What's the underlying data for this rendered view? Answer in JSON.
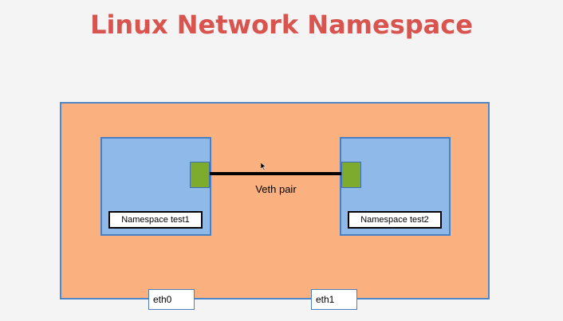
{
  "title": "Linux Network Namespace",
  "namespaces": [
    {
      "label": "Namespace test1"
    },
    {
      "label": "Namespace test2"
    }
  ],
  "link": {
    "label": "Veth pair"
  },
  "interfaces": [
    {
      "label": "eth0"
    },
    {
      "label": "eth1"
    }
  ],
  "colors": {
    "title": "#d9534f",
    "host_fill": "#fbb17f",
    "namespace_fill": "#8fb9e8",
    "veth_endpoint": "#7cab2d",
    "border": "#4a7fc1"
  }
}
